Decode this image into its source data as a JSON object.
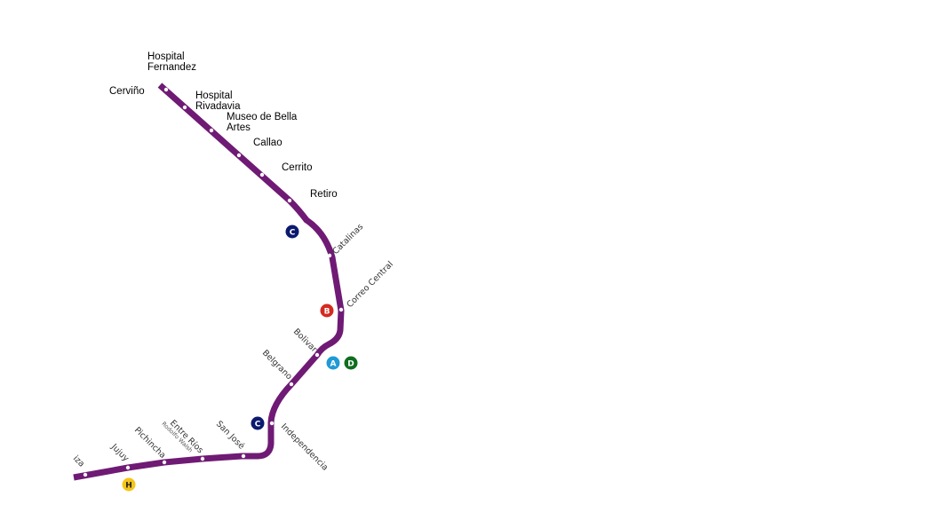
{
  "line": {
    "color": "#6f1a74"
  },
  "stations": [
    {
      "name": "Hospital",
      "name2": "Fernandez"
    },
    {
      "name": "Cerviño"
    },
    {
      "name": "Hospital",
      "name2": "Rivadavia"
    },
    {
      "name": "Museo de Bella",
      "name2": "Artes"
    },
    {
      "name": "Callao"
    },
    {
      "name": "Cerrito"
    },
    {
      "name": "Retiro"
    },
    {
      "name": "Catalinas"
    },
    {
      "name": "Correo Central"
    },
    {
      "name": "Bolivar"
    },
    {
      "name": "Belgrano"
    },
    {
      "name": "Independencia"
    },
    {
      "name": "San José"
    },
    {
      "name": "Entre Ríos",
      "sub": "Rodolfo Walsh"
    },
    {
      "name": "Pichincha"
    },
    {
      "name": "Jujuy"
    },
    {
      "name": "iza"
    }
  ],
  "transfers": [
    {
      "letter": "C",
      "color": "#0b1a6e"
    },
    {
      "letter": "B",
      "color": "#d42a1f"
    },
    {
      "letter": "A",
      "color": "#1e9ad6"
    },
    {
      "letter": "D",
      "color": "#0f6e1f"
    },
    {
      "letter": "C",
      "color": "#0b1a6e"
    },
    {
      "letter": "H",
      "color": "#f5c518"
    }
  ]
}
